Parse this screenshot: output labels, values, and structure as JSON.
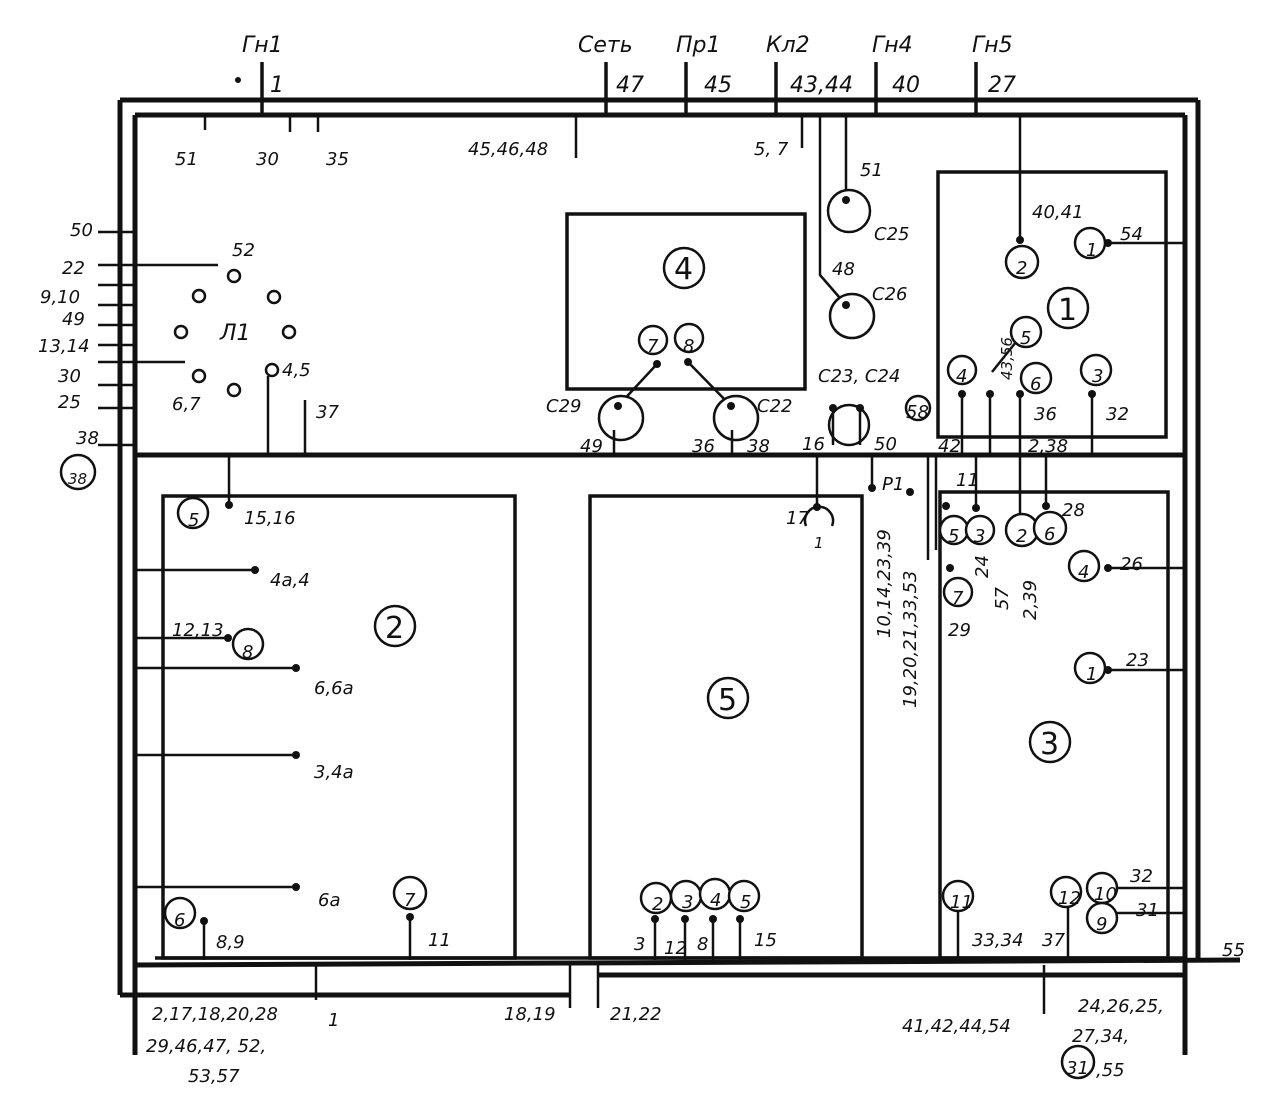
{
  "connectors_top": [
    {
      "name": "Гн1",
      "pin": "1"
    },
    {
      "name": "Сеть",
      "pin": "47"
    },
    {
      "name": "Пр1",
      "pin": "45"
    },
    {
      "name": "Кл2",
      "pin": "43,44"
    },
    {
      "name": "Гн4",
      "pin": "40"
    },
    {
      "name": "Гн5",
      "pin": "27"
    }
  ],
  "blocks": [
    {
      "id": "1"
    },
    {
      "id": "2"
    },
    {
      "id": "3"
    },
    {
      "id": "4"
    },
    {
      "id": "5"
    }
  ],
  "top_row_labels": [
    "51",
    "30",
    "35",
    "45,46,48",
    "5, 7"
  ],
  "left_labels": [
    "50",
    "22",
    "9,10",
    "49",
    "13,14",
    "30",
    "25",
    "38",
    "38"
  ],
  "lamp": {
    "name": "Л1",
    "pins_a": "52",
    "pins_b": "6,7",
    "pins_c": "4,5",
    "lead": "37"
  },
  "block4": {
    "pin_a": "7",
    "pin_b": "8",
    "cap_left": "С29",
    "cap_right": "С22",
    "lead_left": "49",
    "lead_mid": "36",
    "lead_right": "38"
  },
  "caps": {
    "c25": "С25",
    "c25_pin": "51",
    "c26": "С26",
    "c26_pin": "48",
    "c23": "С23, С24",
    "c23_pin": "16",
    "c23_pin2": "50"
  },
  "block1": {
    "pin_top": "40,41",
    "pin_54": "54",
    "c1": "1",
    "c2": "2",
    "c5": "5",
    "c4": "4",
    "c6": "6",
    "c3": "3",
    "l_43_56": "43,56",
    "l_36": "36",
    "l_32": "32",
    "l_42": "42",
    "l_238": "2,38"
  },
  "block2": {
    "c5": "5",
    "l_1516": "15,16",
    "l_4a4": "4а,4",
    "l_1213": "12,13",
    "c8": "8",
    "l_66a": "6,6а",
    "l_34a": "3,4а",
    "c7": "7",
    "l_6a": "6а",
    "c6": "6",
    "l_89": "8,9",
    "l_11": "11"
  },
  "block5": {
    "l_17": "17",
    "c1": "1",
    "pins": [
      "2",
      "3",
      "4",
      "5"
    ],
    "l_3": "3",
    "l_12": "12",
    "l_8": "8",
    "l_15": "15"
  },
  "block3": {
    "l_11": "11",
    "l_28": "28",
    "c5": "5",
    "c3": "3",
    "c2": "2",
    "c6": "6",
    "c4": "4",
    "l_26": "26",
    "c7": "7",
    "l_29": "29",
    "l_24": "24",
    "l_57": "57",
    "l_239": "2,39",
    "c1": "1",
    "l_23": "23",
    "c11": "11",
    "l_3334": "33,34",
    "l_37": "37",
    "c12": "12",
    "c10": "10",
    "c9": "9",
    "l_32": "32",
    "l_31": "31"
  },
  "mid_labels": {
    "rp": "Р1",
    "r1": "10,14,23,39",
    "r2": "19,20,21,33,53",
    "l_58": "58"
  },
  "bottom_labels": {
    "b1": "2,17,18,20,28",
    "b2": "29,46,47, 52,",
    "b3": "53,57",
    "b4": "1",
    "b5": "18,19",
    "b6": "21,22",
    "b7": "41,42,44,54",
    "b8": "24,26,25,",
    "b9": "27,34,",
    "b10": ",55",
    "b11": "31",
    "b12": "55"
  }
}
